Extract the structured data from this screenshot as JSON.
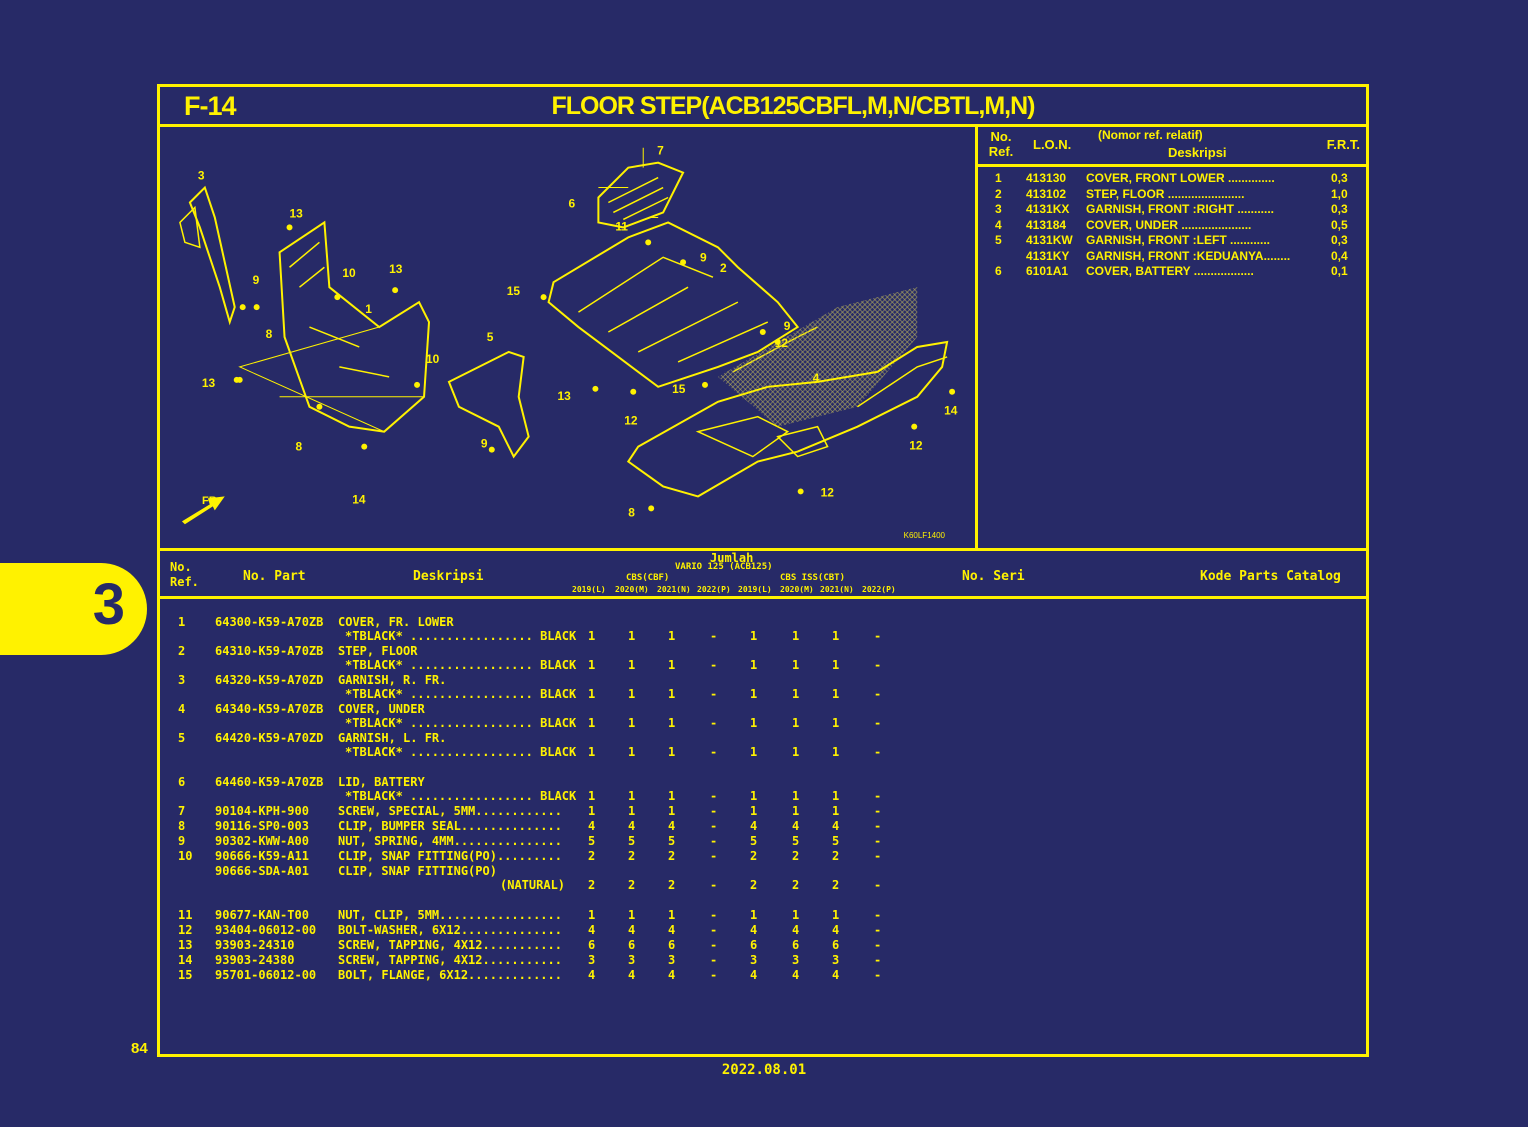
{
  "header": {
    "fig_code": "F-14",
    "title": "FLOOR STEP(ACB125CBFL,M,N/CBTL,M,N)"
  },
  "diagram": {
    "code": "K60LF1400",
    "front_arrow_label": "FR.",
    "callouts": [
      "1",
      "2",
      "3",
      "4",
      "5",
      "6",
      "7",
      "8",
      "8",
      "8",
      "9",
      "9",
      "9",
      "9",
      "10",
      "10",
      "11",
      "12",
      "12",
      "12",
      "12",
      "13",
      "13",
      "13",
      "13",
      "14",
      "14",
      "15",
      "15"
    ]
  },
  "ref_table": {
    "header": {
      "no_ref": "No.\nRef.",
      "lon": "L.O.N.",
      "nomor_ref": "(Nomor ref. relatif)",
      "deskripsi": "Deskripsi",
      "frt": "F.R.T."
    },
    "rows": [
      {
        "no": "1",
        "lon": "413130",
        "desc": "COVER, FRONT LOWER ..............",
        "frt": "0,3"
      },
      {
        "no": "2",
        "lon": "413102",
        "desc": "STEP, FLOOR .......................",
        "frt": "1,0"
      },
      {
        "no": "3",
        "lon": "4131KX",
        "desc": "GARNISH, FRONT :RIGHT ...........",
        "frt": "0,3"
      },
      {
        "no": "4",
        "lon": "413184",
        "desc": "COVER, UNDER .....................",
        "frt": "0,5"
      },
      {
        "no": "5",
        "lon": "4131KW",
        "desc": "GARNISH, FRONT :LEFT ............",
        "frt": "0,3"
      },
      {
        "no": "",
        "lon": "4131KY",
        "desc": "GARNISH, FRONT :KEDUANYA........",
        "frt": "0,4"
      },
      {
        "no": "6",
        "lon": "6101A1",
        "desc": "COVER, BATTERY ..................",
        "frt": "0,1"
      }
    ]
  },
  "parts_header": {
    "no_ref": "No.\nRef.",
    "no_part": "No. Part",
    "deskripsi": "Deskripsi",
    "jumlah": "Jumlah",
    "model": "VARIO 125 (ACB125)",
    "cbs": "CBS(CBF)",
    "cbs_iss": "CBS ISS(CBT)",
    "years": [
      "2019(L)",
      "2020(M)",
      "2021(N)",
      "2022(P)",
      "2019(L)",
      "2020(M)",
      "2021(N)",
      "2022(P)"
    ],
    "no_seri": "No. Seri",
    "kode": "Kode Parts Catalog"
  },
  "parts": [
    {
      "ref": "1",
      "part": "64300-K59-A70ZB",
      "desc": "COVER, FR. LOWER",
      "sub": "*TBLACK* ................. BLACK",
      "qty": [
        "1",
        "1",
        "1",
        "-",
        "1",
        "1",
        "1",
        "-"
      ]
    },
    {
      "ref": "2",
      "part": "64310-K59-A70ZB",
      "desc": "STEP, FLOOR",
      "sub": "*TBLACK* ................. BLACK",
      "qty": [
        "1",
        "1",
        "1",
        "-",
        "1",
        "1",
        "1",
        "-"
      ]
    },
    {
      "ref": "3",
      "part": "64320-K59-A70ZD",
      "desc": "GARNISH, R. FR.",
      "sub": "*TBLACK* ................. BLACK",
      "qty": [
        "1",
        "1",
        "1",
        "-",
        "1",
        "1",
        "1",
        "-"
      ]
    },
    {
      "ref": "4",
      "part": "64340-K59-A70ZB",
      "desc": "COVER, UNDER",
      "sub": "*TBLACK* ................. BLACK",
      "qty": [
        "1",
        "1",
        "1",
        "-",
        "1",
        "1",
        "1",
        "-"
      ]
    },
    {
      "ref": "5",
      "part": "64420-K59-A70ZD",
      "desc": "GARNISH, L. FR.",
      "sub": "*TBLACK* ................. BLACK",
      "qty": [
        "1",
        "1",
        "1",
        "-",
        "1",
        "1",
        "1",
        "-"
      ]
    },
    {
      "ref": "6",
      "part": "64460-K59-A70ZB",
      "desc": "LID, BATTERY",
      "sub": "*TBLACK* ................. BLACK",
      "qty": [
        "1",
        "1",
        "1",
        "-",
        "1",
        "1",
        "1",
        "-"
      ]
    },
    {
      "ref": "7",
      "part": "90104-KPH-900",
      "desc": "SCREW, SPECIAL, 5MM............",
      "qty": [
        "1",
        "1",
        "1",
        "-",
        "1",
        "1",
        "1",
        "-"
      ]
    },
    {
      "ref": "8",
      "part": "90116-SP0-003",
      "desc": "CLIP, BUMPER SEAL..............",
      "qty": [
        "4",
        "4",
        "4",
        "-",
        "4",
        "4",
        "4",
        "-"
      ]
    },
    {
      "ref": "9",
      "part": "90302-KWW-A00",
      "desc": "NUT, SPRING, 4MM...............",
      "qty": [
        "5",
        "5",
        "5",
        "-",
        "5",
        "5",
        "5",
        "-"
      ]
    },
    {
      "ref": "10",
      "part": "90666-K59-A11",
      "desc": "CLIP, SNAP FITTING(PO).........",
      "qty": [
        "2",
        "2",
        "2",
        "-",
        "2",
        "2",
        "2",
        "-"
      ]
    },
    {
      "ref": "",
      "part": "90666-SDA-A01",
      "desc": "CLIP, SNAP FITTING(PO)",
      "sub": "(NATURAL)",
      "qty": [
        "2",
        "2",
        "2",
        "-",
        "2",
        "2",
        "2",
        "-"
      ]
    },
    {
      "ref": "11",
      "part": "90677-KAN-T00",
      "desc": "NUT, CLIP, 5MM.................",
      "qty": [
        "1",
        "1",
        "1",
        "-",
        "1",
        "1",
        "1",
        "-"
      ]
    },
    {
      "ref": "12",
      "part": "93404-06012-00",
      "desc": "BOLT-WASHER, 6X12..............",
      "qty": [
        "4",
        "4",
        "4",
        "-",
        "4",
        "4",
        "4",
        "-"
      ]
    },
    {
      "ref": "13",
      "part": "93903-24310",
      "desc": "SCREW, TAPPING, 4X12...........",
      "qty": [
        "6",
        "6",
        "6",
        "-",
        "6",
        "6",
        "6",
        "-"
      ]
    },
    {
      "ref": "14",
      "part": "93903-24380",
      "desc": "SCREW, TAPPING, 4X12...........",
      "qty": [
        "3",
        "3",
        "3",
        "-",
        "3",
        "3",
        "3",
        "-"
      ]
    },
    {
      "ref": "15",
      "part": "95701-06012-00",
      "desc": "BOLT, FLANGE, 6X12.............",
      "qty": [
        "4",
        "4",
        "4",
        "-",
        "4",
        "4",
        "4",
        "-"
      ]
    }
  ],
  "side_tab": "3",
  "page_number": "84",
  "date": "2022.08.01",
  "colors": {
    "background": "#272a67",
    "accent": "#fff200"
  }
}
